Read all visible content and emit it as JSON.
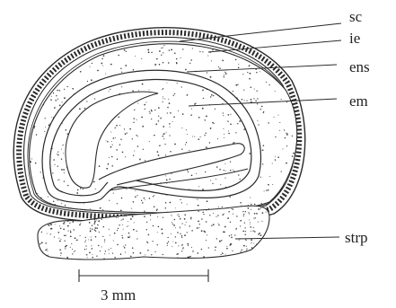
{
  "diagram": {
    "labels": {
      "sc": "sc",
      "ie": "ie",
      "ens": "ens",
      "em": "em",
      "strp": "strp"
    },
    "scale_bar": {
      "label": "3 mm"
    }
  },
  "colors": {
    "ink": "#2a2a2a",
    "paper": "#ffffff",
    "stipple": "#3a3a3a"
  }
}
